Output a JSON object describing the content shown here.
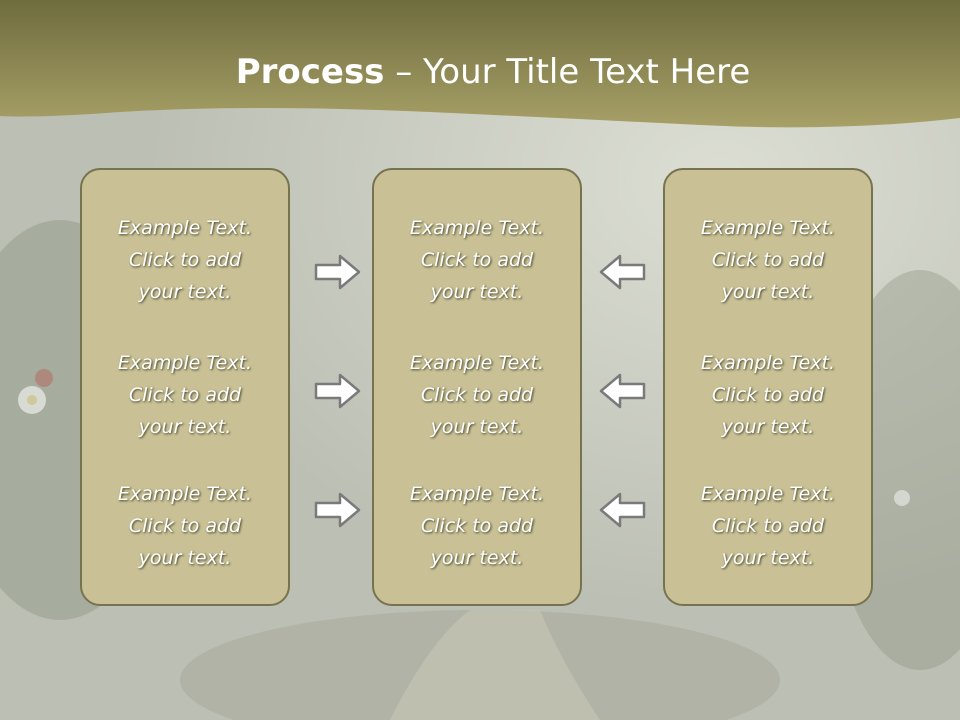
{
  "title": {
    "bold": "Process",
    "rest": " – Your Title Text Here"
  },
  "columns": [
    {
      "items": [
        "Example Text.\nClick  to add\nyour text.",
        "Example Text.\nClick  to add\nyour text.",
        "Example Text.\nClick  to add\nyour text."
      ]
    },
    {
      "items": [
        "Example Text.\nClick  to add\nyour text.",
        "Example Text.\nClick  to add\nyour text.",
        "Example Text.\nClick  to add\nyour text."
      ]
    },
    {
      "items": [
        "Example Text.\nClick  to add\nyour text.",
        "Example Text.\nClick  to add\nyour text.",
        "Example Text.\nClick  to add\nyour text."
      ]
    }
  ],
  "colors": {
    "header": "#8f8a52",
    "box_fill": "#c9c195",
    "box_border": "#77734f",
    "arrow_fill": "#ffffff",
    "arrow_stroke": "#7a7a7a"
  }
}
